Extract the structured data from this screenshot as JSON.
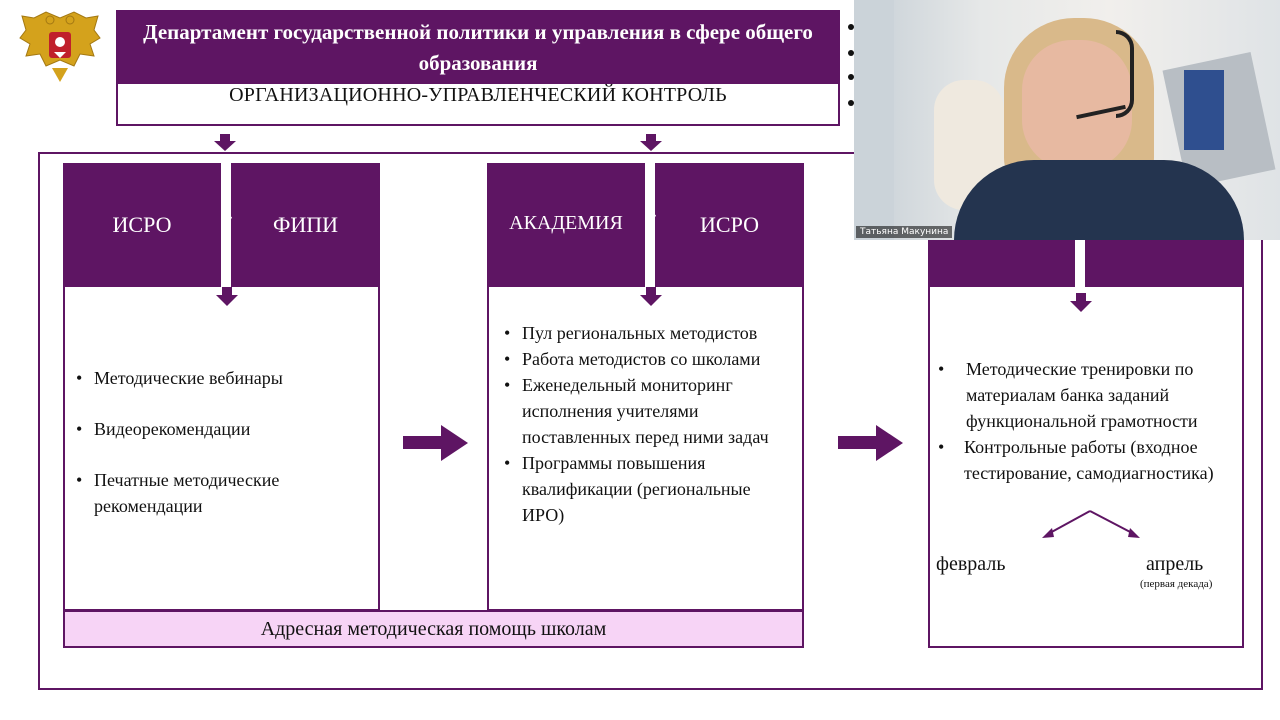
{
  "header": {
    "title": "Департамент государственной политики и управления в сфере общего образования",
    "subtitle": "ОРГАНИЗАЦИОННО-УПРАВЛЕНЧЕСКИЙ КОНТРОЛЬ"
  },
  "columns": [
    {
      "left_label": "ИСРО",
      "plus": "+",
      "right_label": "ФИПИ",
      "items": [
        "Методические вебинары",
        "Видеорекомендации",
        "Печатные методические рекомендации"
      ]
    },
    {
      "left_label": "АКАДЕМИЯ",
      "plus": "+",
      "right_label": "ИСРО",
      "items": [
        "Пул региональных методистов",
        "Работа методистов со школами",
        "Еженедельный мониторинг исполнения учителями поставленных перед ними задач",
        "Программы повышения квалификации (региональные ИРО)"
      ]
    },
    {
      "items": [
        "Методические тренировки по материалам банка заданий функциональной грамотности",
        "Контрольные работы (входное тестирование, самодиагностика)"
      ],
      "months": {
        "first": "февраль",
        "second": "апрель",
        "second_note": "(первая декада)"
      }
    }
  ],
  "bottom_bar": "Адресная методическая помощь школам",
  "video": {
    "participant_name": "Татьяна Макунина"
  },
  "colors": {
    "accent": "#5e1563",
    "bottom_bar_bg": "#f7d4f6"
  },
  "icons": [
    "emblem-icon",
    "down-arrow-icon",
    "right-arrow-icon",
    "split-arrow-icon"
  ]
}
